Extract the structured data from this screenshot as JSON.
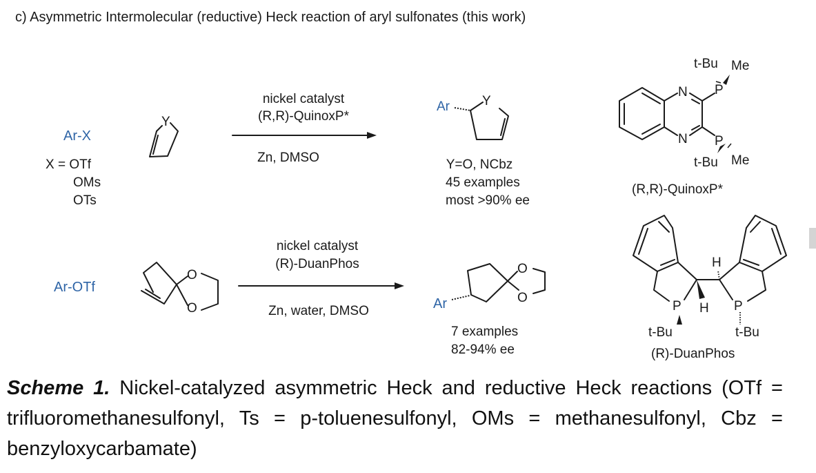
{
  "header": {
    "title": "c) Asymmetric Intermolecular (reductive) Heck reaction of aryl sulfonates (this work)"
  },
  "reaction1": {
    "substrate": "Ar-X",
    "x_options": [
      "X = OTf",
      "OMs",
      "OTs"
    ],
    "olefin_heteroatom": "Y",
    "reagents_above": [
      "nickel catalyst",
      "(R,R)-QuinoxP*"
    ],
    "reagents_below": "Zn, DMSO",
    "product_aryl": "Ar",
    "product_heteroatom": "Y",
    "product_notes": [
      "Y=O, NCbz",
      "45 examples",
      "most >90% ee"
    ],
    "ligand_name": "(R,R)-QuinoxP*",
    "ligand_atoms": {
      "n1": "N",
      "n2": "N",
      "p1": "P",
      "p2": "P",
      "tbu_top": "t-Bu",
      "me_top": "Me",
      "tbu_bottom": "t-Bu",
      "me_bottom": "Me"
    }
  },
  "reaction2": {
    "substrate": "Ar-OTf",
    "olefin_oxygens": [
      "O",
      "O"
    ],
    "reagents_above": [
      "nickel catalyst",
      "(R)-DuanPhos"
    ],
    "reagents_below": "Zn, water, DMSO",
    "product_aryl": "Ar",
    "product_oxygens": [
      "O",
      "O"
    ],
    "product_notes": [
      "7 examples",
      "82-94% ee"
    ],
    "ligand_name": "(R)-DuanPhos",
    "ligand_atoms": {
      "p1": "P",
      "p2": "P",
      "h1": "H",
      "h2": "H",
      "tbu1": "t-Bu",
      "tbu2": "t-Bu"
    }
  },
  "caption": {
    "label": "Scheme 1.",
    "text": " Nickel-catalyzed asymmetric Heck and reductive Heck reactions (OTf = trifluoromethanesulfonyl, Ts = p-toluenesulfonyl, OMs = methanesulfonyl, Cbz = benzyloxycarbamate)"
  },
  "colors": {
    "aryl_blue": "#2e64a6",
    "text": "#1a1a1a"
  }
}
